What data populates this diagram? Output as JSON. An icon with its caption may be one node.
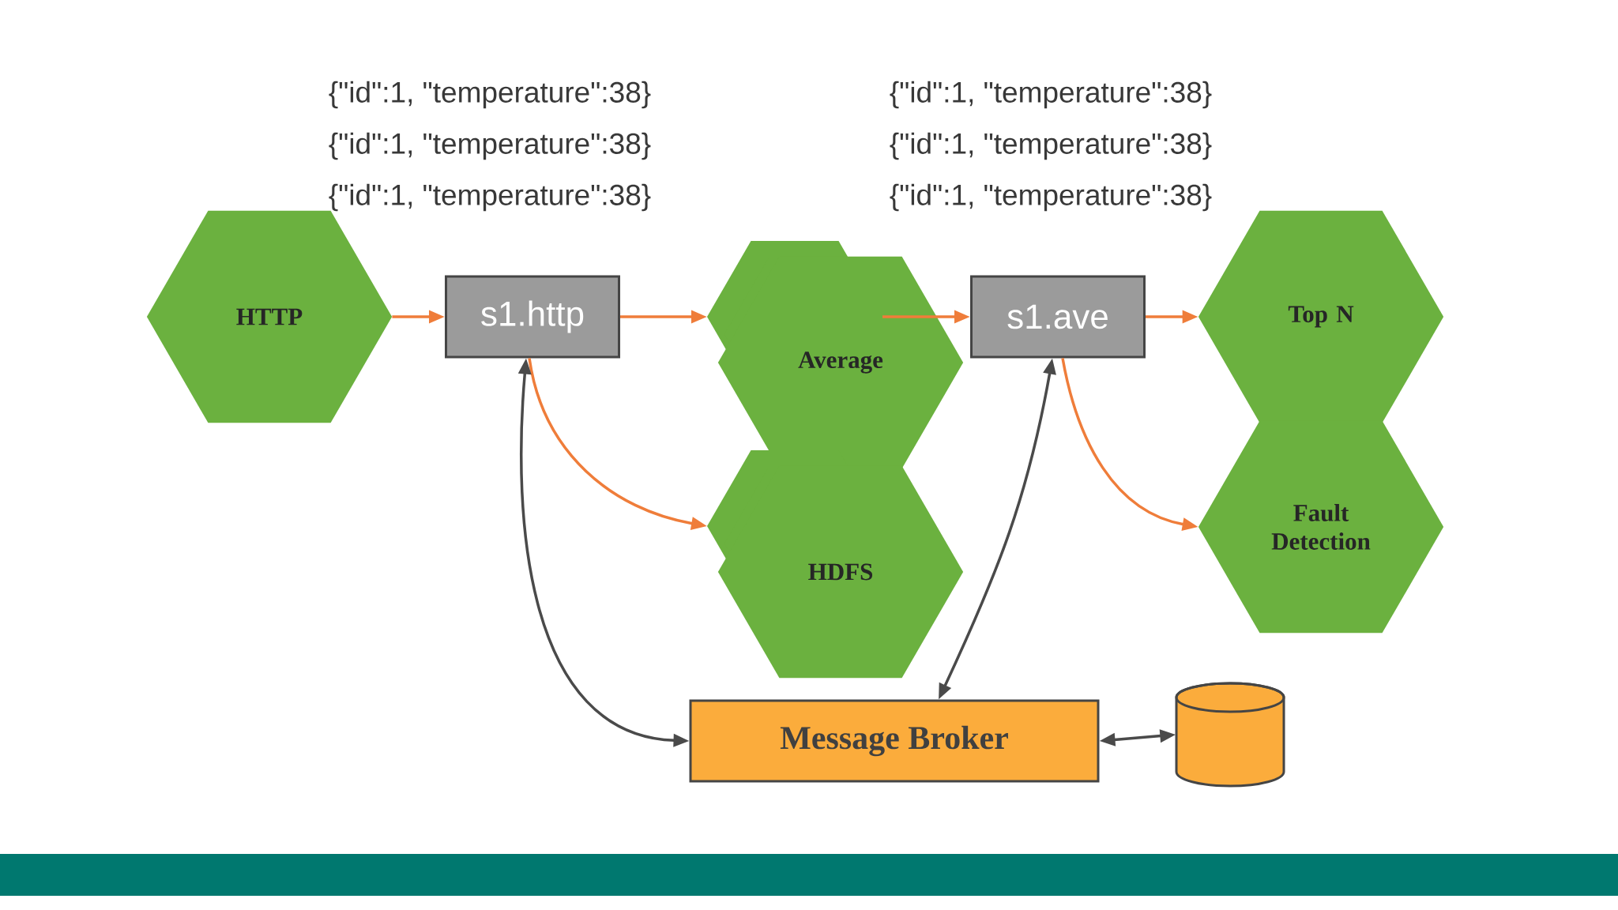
{
  "diagram": {
    "nodes": [
      {
        "text": [
          "HTTP"
        ]
      },
      {
        "text": [
          "s1.http"
        ]
      },
      {
        "text": [
          "Average"
        ]
      },
      {
        "text": [
          "s1.ave"
        ]
      },
      {
        "text": [
          "Top N"
        ]
      },
      {
        "text": [
          "HDFS"
        ]
      },
      {
        "text": [
          "Fault Detection"
        ]
      },
      {
        "text": [
          "Message Broker"
        ]
      },
      {
        "text": [],
        "shape": "cylinder"
      }
    ],
    "edges": [
      {
        "from": 0,
        "to": 1,
        "arrow": "to"
      },
      {
        "from": 1,
        "to": 2,
        "arrow": "to"
      },
      {
        "from": 2,
        "to": 3,
        "arrow": "to"
      },
      {
        "from": 3,
        "to": 4,
        "arrow": "to"
      },
      {
        "from": 1,
        "to": 5,
        "arrow": "to"
      },
      {
        "from": 3,
        "to": 6,
        "arrow": "to"
      },
      {
        "from": 7,
        "to": 1,
        "arrow": "both",
        "color": "#4a4a4a"
      },
      {
        "from": 7,
        "to": 3,
        "arrow": "both",
        "color": "#4a4a4a"
      },
      {
        "from": 7,
        "to": 8,
        "arrow": "both",
        "color": "#4a4a4a"
      }
    ],
    "labels": [
      "{\"id\":1, \"temperature\":38}",
      "{\"id\":1, \"temperature\":38}",
      "{\"id\":1, \"temperature\":38}",
      "{\"id\":1, \"temperature\":38}",
      "{\"id\":1, \"temperature\":38}",
      "{\"id\":1, \"temperature\":38}"
    ]
  }
}
